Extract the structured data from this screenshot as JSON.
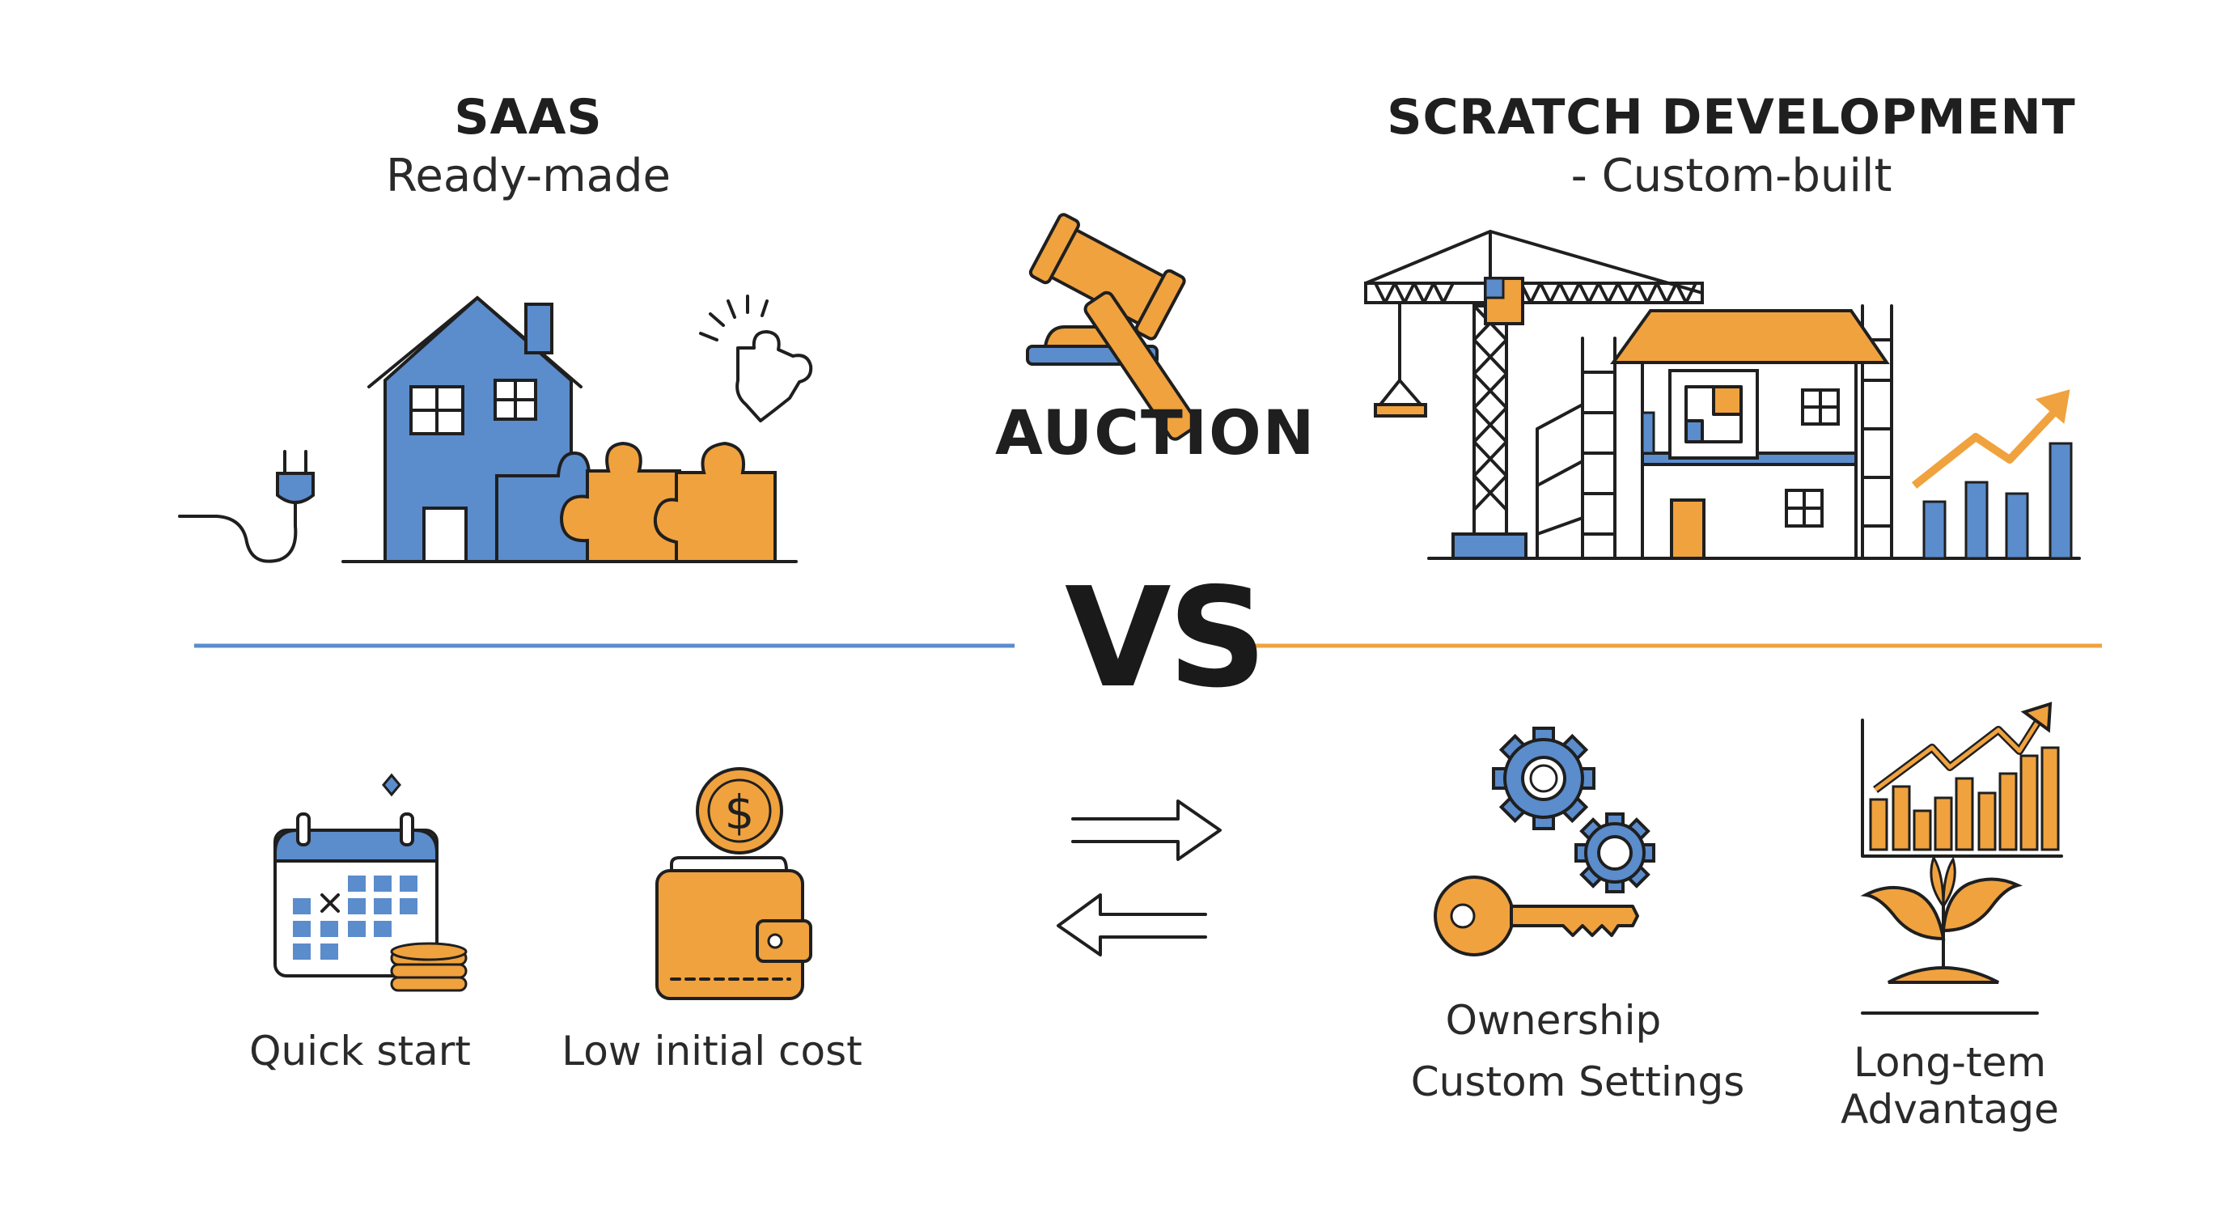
{
  "colors": {
    "blue": "#5b8ccc",
    "orange": "#f0a23e",
    "ink": "#1f1f1f"
  },
  "left": {
    "title": "SAAS",
    "subtitle": "Ready-made",
    "features": [
      {
        "label": "Quick start",
        "icon": "calendar-icon"
      },
      {
        "label": "Low initial cost",
        "icon": "wallet-icon"
      }
    ]
  },
  "center": {
    "auction": "AUCTION",
    "vs": "VS",
    "icons": [
      "gavel-icon",
      "exchange-arrows-icon"
    ]
  },
  "right": {
    "title": "SCRATCH DEVELOPMENT",
    "subtitle": "- Custom-built",
    "features": [
      {
        "label_line1": "Ownership",
        "label_line2": "Custom Settings",
        "icon": "gears-key-icon"
      },
      {
        "label_line1": "Long-tem",
        "label_line2": "Advantage",
        "icon": "growth-chart-icon"
      }
    ]
  }
}
